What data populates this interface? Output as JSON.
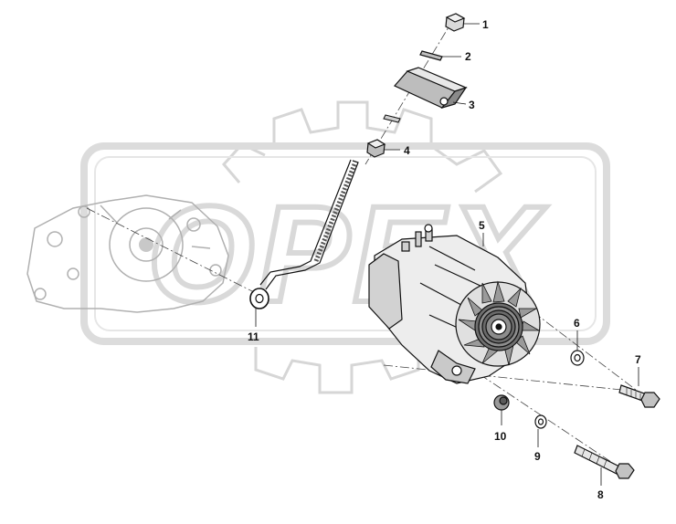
{
  "watermark": {
    "text": "OPEX",
    "color": "#d9d9d9"
  },
  "corner_mark": "",
  "callouts": [
    {
      "number": "1",
      "part": "cap-nut"
    },
    {
      "number": "2",
      "part": "spacer-shim"
    },
    {
      "number": "3",
      "part": "tensioner-bracket"
    },
    {
      "number": "4",
      "part": "nut"
    },
    {
      "number": "5",
      "part": "alternator"
    },
    {
      "number": "6",
      "part": "washer"
    },
    {
      "number": "7",
      "part": "bolt"
    },
    {
      "number": "8",
      "part": "long-bolt"
    },
    {
      "number": "9",
      "part": "washer"
    },
    {
      "number": "10",
      "part": "spacer"
    },
    {
      "number": "11",
      "part": "adjusting-rod"
    }
  ]
}
